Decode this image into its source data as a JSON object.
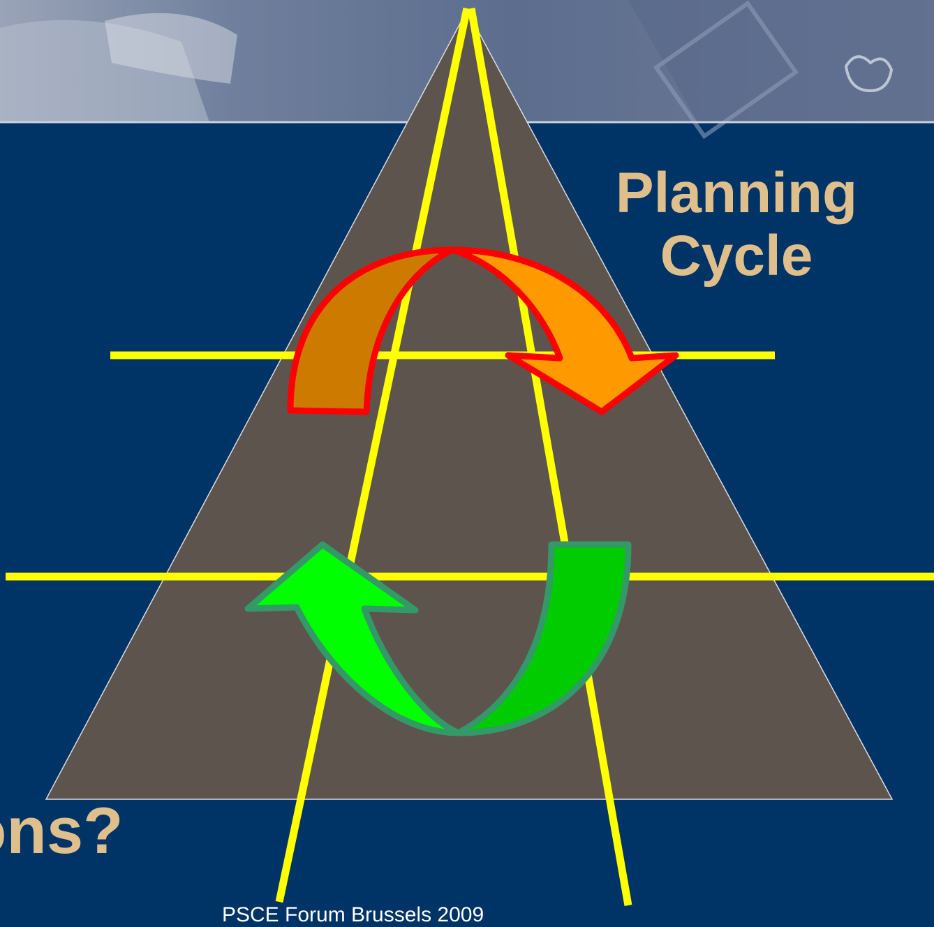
{
  "diagram": {
    "title_line1": "Planning",
    "title_line2": "Cycle",
    "partial_heading": "ons?",
    "footer": "PSCE Forum Brussels 2009"
  },
  "colors": {
    "background": "#003366",
    "pyramid": "#5e544e",
    "guide_lines": "#ffff00",
    "top_arrow_fill_left": "#cc7a00",
    "top_arrow_fill_right": "#ff9900",
    "top_arrow_outline": "#ff0000",
    "bottom_arrow_fill_left": "#00ff00",
    "bottom_arrow_fill_right": "#00cc00",
    "bottom_arrow_outline": "#339966",
    "label_text": "#dfc08c"
  }
}
